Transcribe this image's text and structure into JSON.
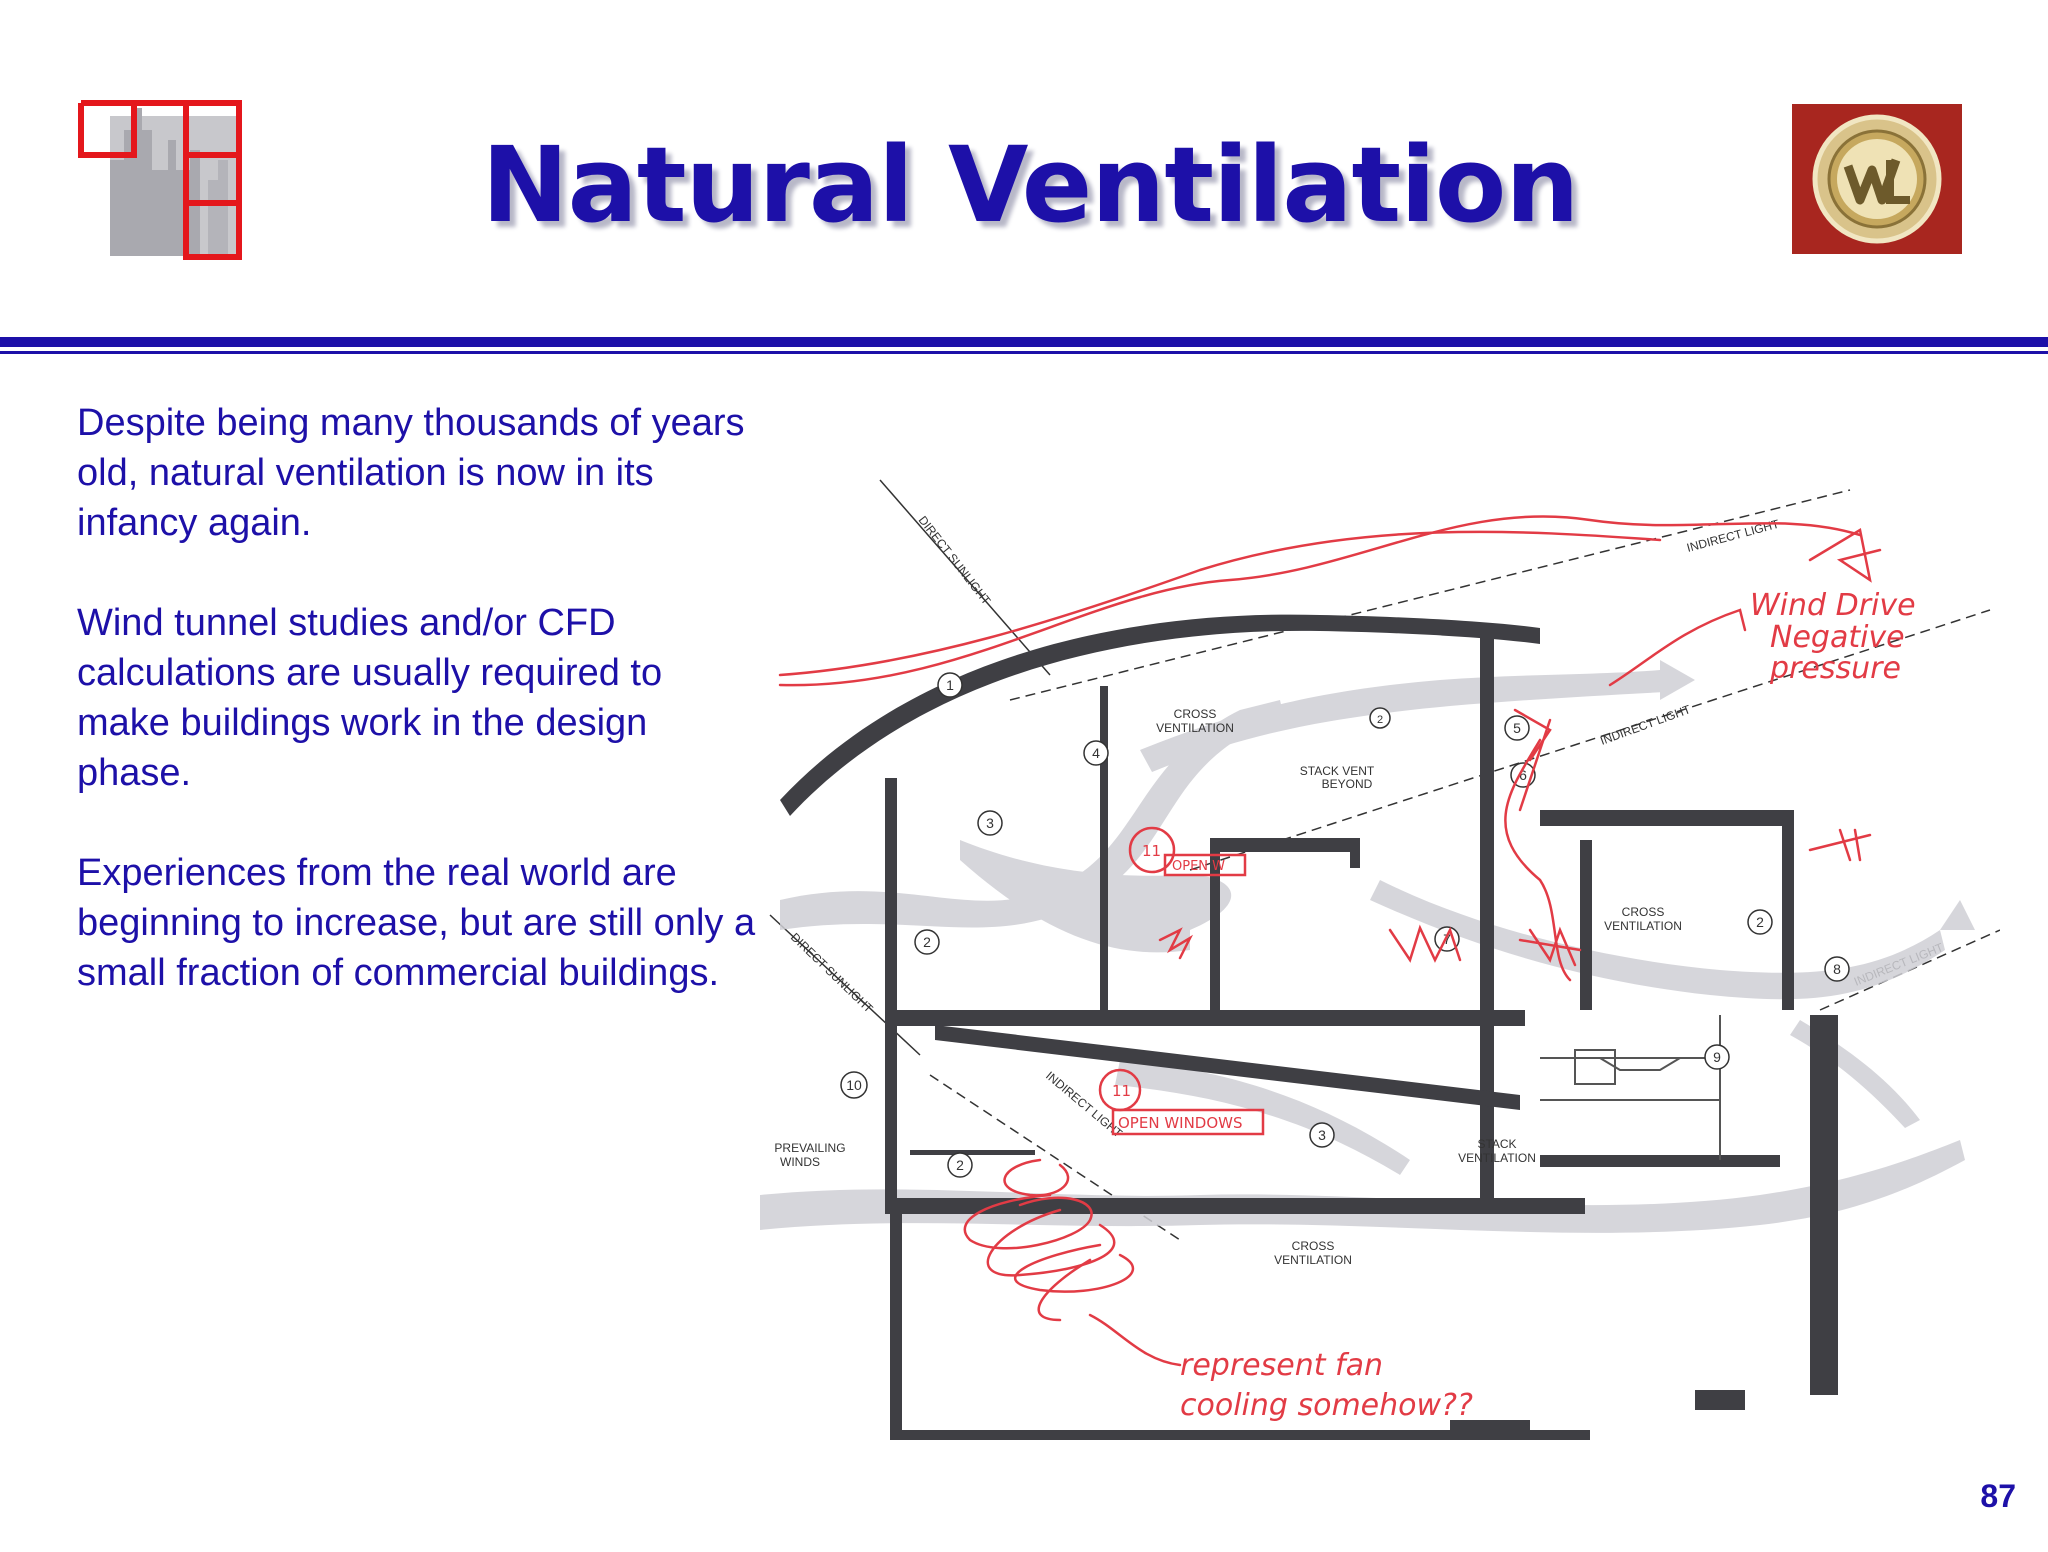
{
  "slide": {
    "title": "Natural Ventilation",
    "paragraphs": [
      "Despite being many thousands of years old, natural ventilation is now in its infancy again.",
      "Wind tunnel studies and/or CFD calculations are usually required to make buildings work in the design phase.",
      "Experiences from the real world are beginning to increase, but are still only a small fraction of commercial buildings."
    ],
    "page_number": "87"
  },
  "diagram": {
    "labels": {
      "direct_sunlight_top": "DIRECT SUNLIGHT",
      "direct_sunlight_left": "DIRECT SUNLIGHT",
      "indirect_light_top": "INDIRECT LIGHT",
      "indirect_light_mid": "INDIRECT LIGHT",
      "indirect_light_right": "INDIRECT LIGHT",
      "indirect_light_bottom": "INDIRECT LIGHT",
      "cross_ventilation_upper": [
        "CROSS",
        "VENTILATION"
      ],
      "stack_vent_beyond": [
        "STACK VENT",
        "BEYOND"
      ],
      "cross_ventilation_right": [
        "CROSS",
        "VENTILATION"
      ],
      "stack_ventilation": [
        "STACK",
        "VENTILATION"
      ],
      "cross_ventilation_lower": [
        "CROSS",
        "VENTILATION"
      ],
      "prevailing_winds": [
        "PREVAILING",
        "WINDS"
      ]
    },
    "callouts": [
      "1",
      "2",
      "3",
      "4",
      "5",
      "6",
      "7",
      "8",
      "9",
      "10",
      "2",
      "3",
      "2",
      "2"
    ],
    "annotations": {
      "wind_driven": [
        "Wind Drive",
        "Negative",
        "pressure"
      ],
      "open_window": "OPEN W",
      "open_windows": "OPEN WINDOWS",
      "callout_11": "11",
      "represent": [
        "represent fan",
        "cooling somehow??"
      ]
    },
    "colors": {
      "annotation": "#e23b45",
      "structure": "#3f3f44",
      "airflow": "#c9c9cf",
      "text": "#1d10a8"
    }
  }
}
